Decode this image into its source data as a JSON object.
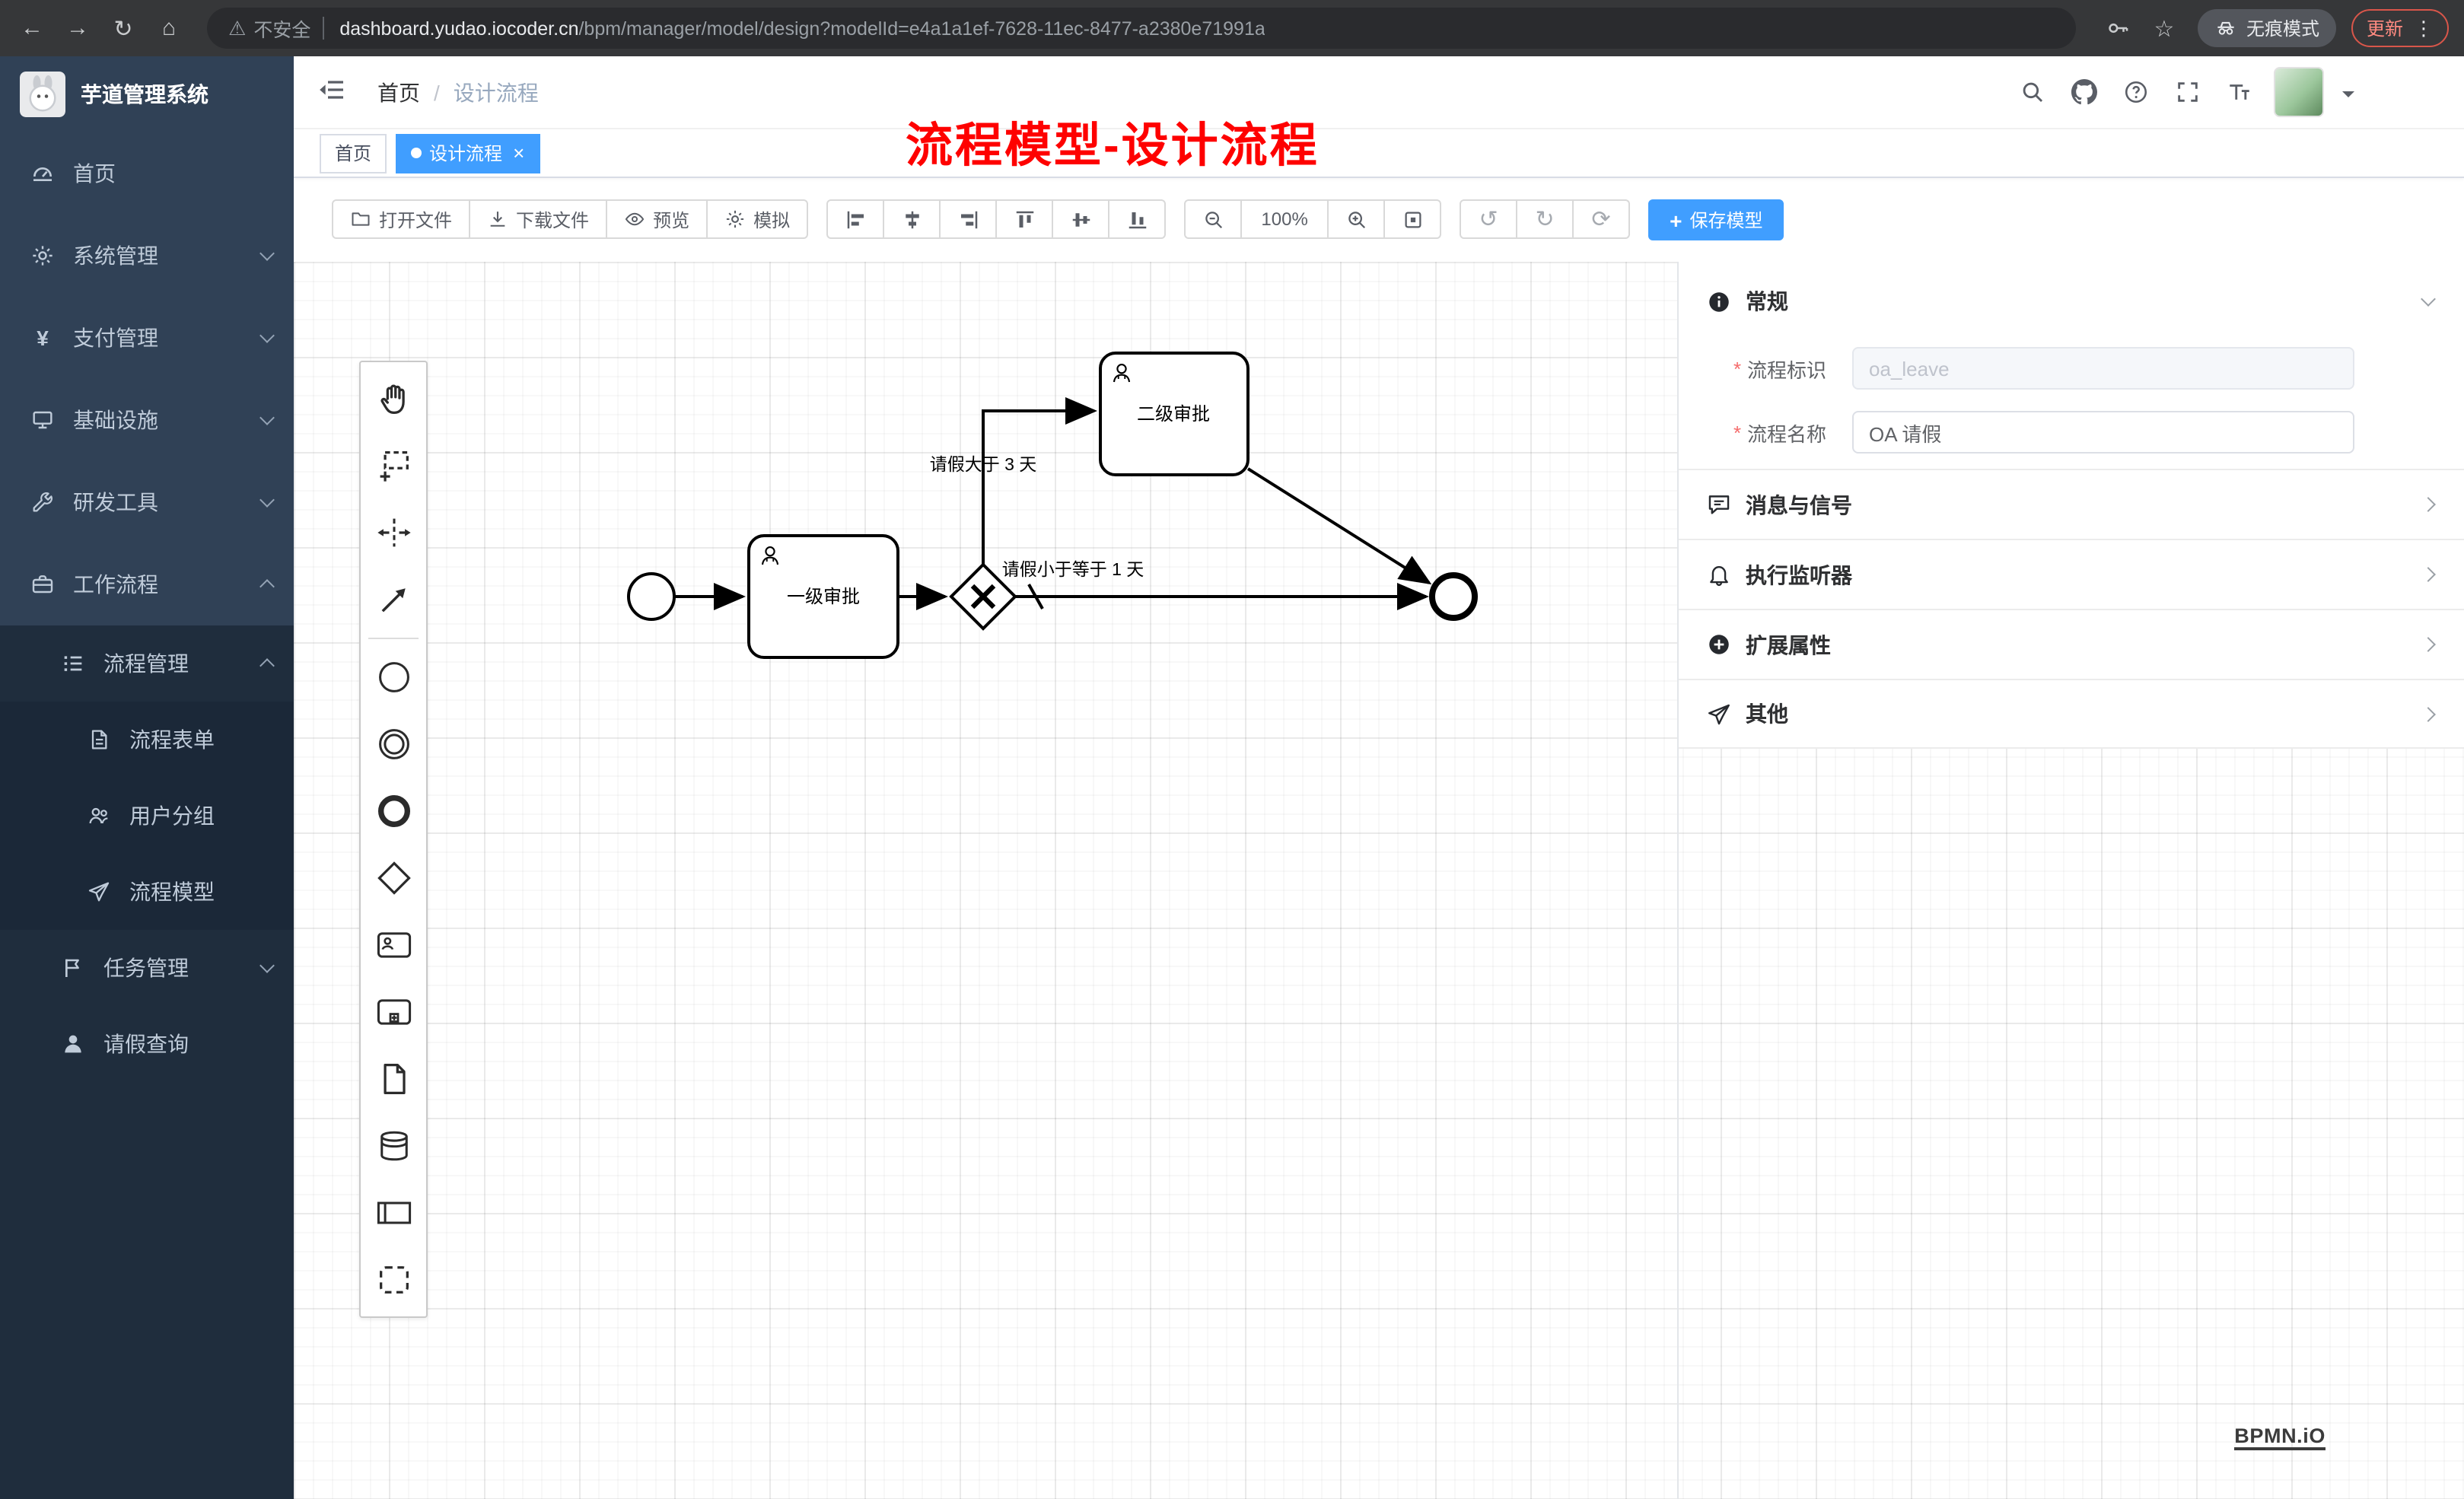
{
  "browser": {
    "security": "不安全",
    "url_host": "dashboard.yudao.iocoder.cn",
    "url_path": "/bpm/manager/model/design?modelId=e4a1a1ef-7628-11ec-8477-a2380e71991a",
    "incognito": "无痕模式",
    "update": "更新"
  },
  "sidebar": {
    "title": "芋道管理系统",
    "items": [
      {
        "label": "首页"
      },
      {
        "label": "系统管理"
      },
      {
        "label": "支付管理"
      },
      {
        "label": "基础设施"
      },
      {
        "label": "研发工具"
      },
      {
        "label": "工作流程"
      },
      {
        "label": "流程管理"
      },
      {
        "label": "流程表单"
      },
      {
        "label": "用户分组"
      },
      {
        "label": "流程模型"
      },
      {
        "label": "任务管理"
      },
      {
        "label": "请假查询"
      }
    ]
  },
  "header": {
    "breadcrumb_home": "首页",
    "breadcrumb_sep": "/",
    "breadcrumb_current": "设计流程"
  },
  "tabs": [
    {
      "label": "首页"
    },
    {
      "label": "设计流程"
    }
  ],
  "annotation": "流程模型-设计流程",
  "toolbar": {
    "open": "打开文件",
    "download": "下载文件",
    "preview": "预览",
    "simulate": "模拟",
    "zoom_level": "100%",
    "save": "保存模型"
  },
  "panel": {
    "required_marker": "*",
    "sections": [
      {
        "title": "常规"
      },
      {
        "title": "消息与信号"
      },
      {
        "title": "执行监听器"
      },
      {
        "title": "扩展属性"
      },
      {
        "title": "其他"
      }
    ],
    "fields": [
      {
        "label": "流程标识",
        "value": "oa_leave"
      },
      {
        "label": "流程名称",
        "value": "OA 请假"
      }
    ]
  },
  "diagram": {
    "task1": "一级审批",
    "task2": "二级审批",
    "flow_label_top": "请假大于 3 天",
    "flow_label_bottom": "请假小于等于 1 天"
  },
  "watermark": "BPMN.iO",
  "colors": {
    "accent": "#409eff",
    "sidebar_bg": "#304156",
    "sidebar_sub_bg": "#1f2d3d",
    "annotation_red": "#fe0100"
  }
}
